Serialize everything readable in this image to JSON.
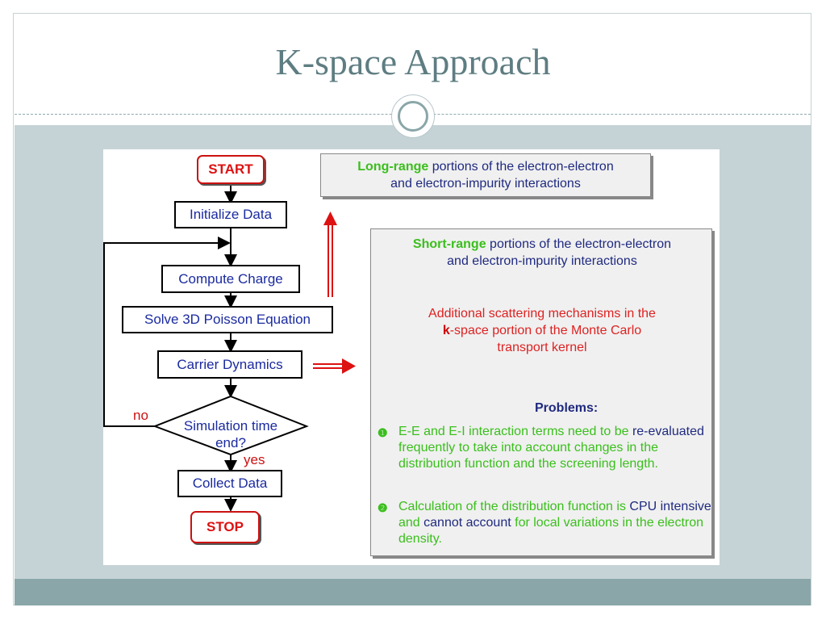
{
  "slide": {
    "title": "K-space Approach",
    "colors": {
      "title": "#5e7d82",
      "band": "#c5d3d6",
      "footer": "#8aa6a8"
    }
  },
  "flowchart": {
    "start": "START",
    "init": "Initialize Data",
    "compute": "Compute Charge",
    "solve": "Solve 3D Poisson Equation",
    "carrier": "Carrier Dynamics",
    "decision": [
      "Simulation time",
      "end?"
    ],
    "no": "no",
    "yes": "yes",
    "collect": "Collect Data",
    "stop": "STOP"
  },
  "long_range": {
    "highlight": "Long-range",
    "rest": " portions of the electron-electron",
    "line2": "and electron-impurity interactions"
  },
  "short_range": {
    "highlight": "Short-range",
    "rest": " portions of the electron-electron",
    "line2": "and electron-impurity interactions"
  },
  "additional": {
    "line1": "Additional scattering mechanisms in the",
    "bold_k": "k",
    "line2_rest": "-space portion of the Monte Carlo",
    "line3": "transport kernel"
  },
  "problems": {
    "heading": "Problems:",
    "items": [
      {
        "marker": "❶",
        "a": "E-E and E-I interaction terms need to be ",
        "b": "re-evaluated",
        "c": " frequently to take into account changes in the distribution function and the screening length."
      },
      {
        "marker": "❷",
        "a": "Calculation of the distribution function is ",
        "b": "CPU intensive",
        "c": " and ",
        "d": "cannot account",
        "e": " for local variations in the electron density."
      }
    ]
  }
}
